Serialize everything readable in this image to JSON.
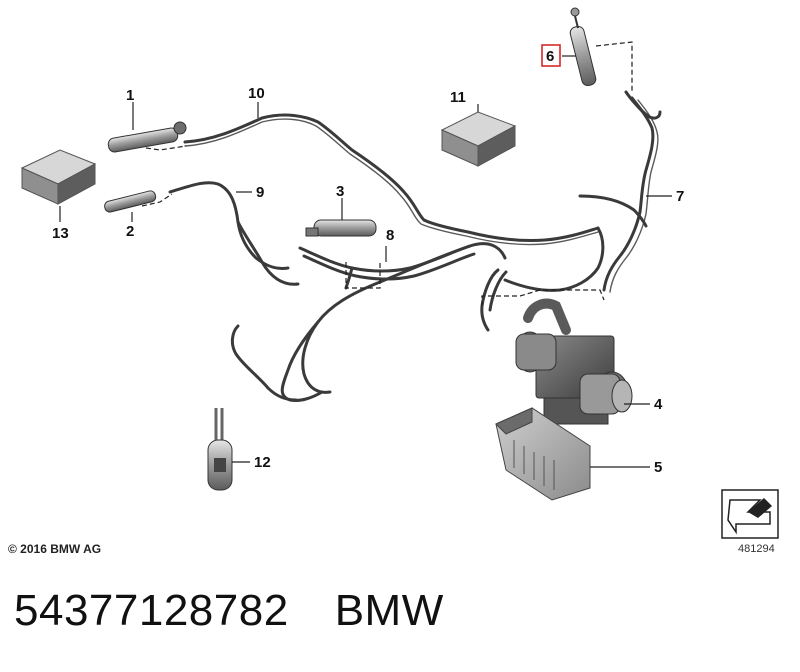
{
  "callouts": {
    "c1": "1",
    "c2": "2",
    "c3": "3",
    "c4": "4",
    "c5": "5",
    "c6": "6",
    "c7": "7",
    "c8": "8",
    "c9": "9",
    "c10": "10",
    "c11": "11",
    "c12": "12",
    "c13": "13"
  },
  "highlighted_callout": "6",
  "copyright": "© 2016 BMW AG",
  "diagram_number": "481294",
  "footer": {
    "part_number": "54377128782",
    "brand": "BMW"
  },
  "colors": {
    "highlight": "#d42a2a",
    "line": "#222222",
    "hose": "#3a3a3a"
  }
}
